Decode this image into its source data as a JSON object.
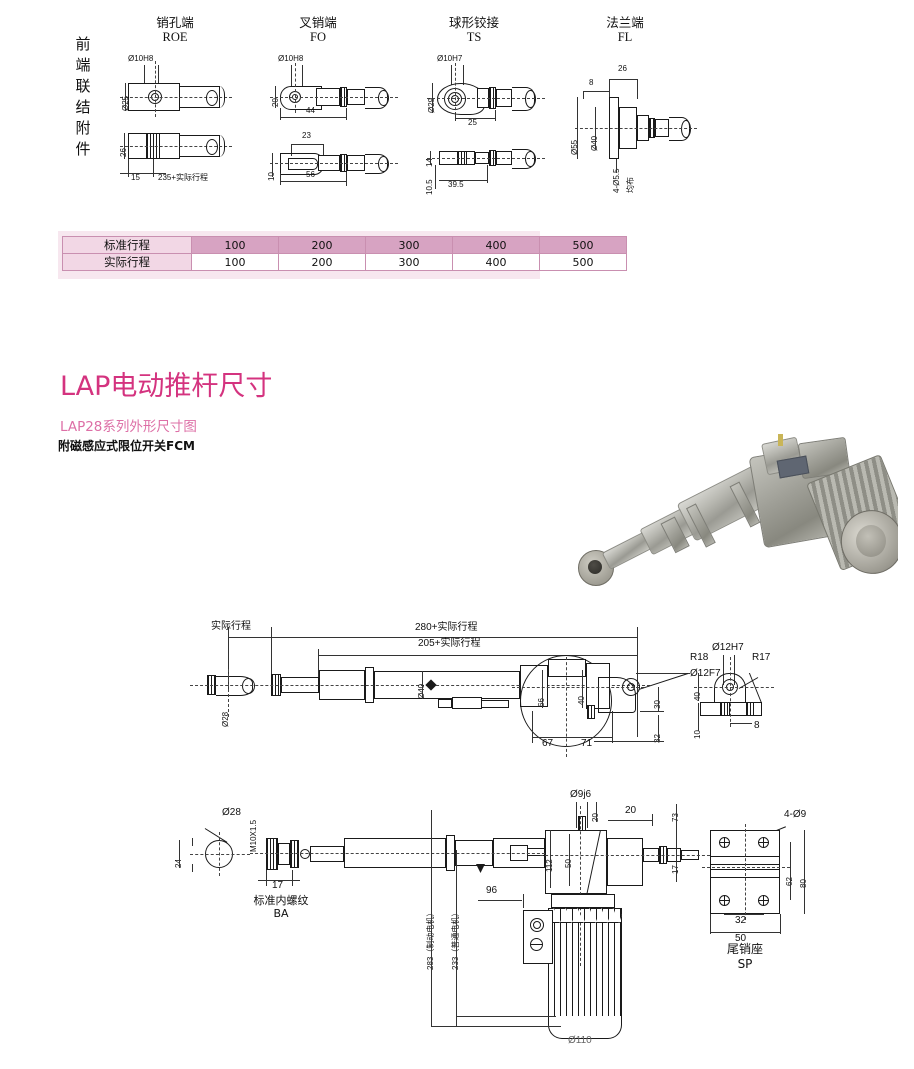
{
  "accessories_section": {
    "side_label": "前端联结附件",
    "side_label_chars": [
      "前",
      "端",
      "联",
      "结",
      "附",
      "件"
    ],
    "variants": [
      {
        "id": "roe",
        "title_cn": "销孔端",
        "title_en": "ROE",
        "dims": [
          "Ø10H8",
          "Ø25",
          "26",
          "15",
          "235+实际行程"
        ]
      },
      {
        "id": "fo",
        "title_cn": "叉销端",
        "title_en": "FO",
        "dims": [
          "Ø10H8",
          "20",
          "44",
          "23",
          "56",
          "10"
        ]
      },
      {
        "id": "ts",
        "title_cn": "球形铰接",
        "title_en": "TS",
        "dims": [
          "Ø10H7",
          "Ø29",
          "25",
          "14",
          "10.5",
          "39.5"
        ]
      },
      {
        "id": "fl",
        "title_cn": "法兰端",
        "title_en": "FL",
        "dims": [
          "26",
          "8",
          "Ø55",
          "Ø40",
          "4-Ø5.5",
          "均布"
        ]
      }
    ]
  },
  "stroke_table": {
    "rows": [
      {
        "label": "标准行程",
        "values": [
          "100",
          "200",
          "300",
          "400",
          "500"
        ]
      },
      {
        "label": "实际行程",
        "values": [
          "100",
          "200",
          "300",
          "400",
          "500"
        ]
      }
    ],
    "header_bg": "#d7a3c2",
    "label_bg": "#f2d7e5",
    "border_color": "#c98fb0",
    "frame_bg": "#f7e7ef"
  },
  "titles": {
    "main": "LAP电动推杆尺寸",
    "main_color": "#d4337f",
    "sub": "LAP28系列外形尺寸图",
    "sub_color": "#dd6fa6",
    "sub2": "附磁感应式限位开关FCM"
  },
  "photo": {
    "alt_name": "lap28-linear-actuator-photo"
  },
  "drawing_top": {
    "dims": [
      "实际行程",
      "280+实际行程",
      "205+实际行程",
      "Ø28",
      "Ø40",
      "66",
      "40",
      "67",
      "71",
      "30",
      "32",
      "R18",
      "Ø12F7"
    ],
    "detail_right": {
      "dims": [
        "Ø12H7",
        "R17",
        "40",
        "10",
        "8"
      ]
    }
  },
  "drawing_bottom": {
    "dims": [
      "Ø28",
      "24",
      "M10X1.5",
      "17",
      "Ø9j6",
      "20",
      "20",
      "73",
      "17",
      "112",
      "50",
      "96",
      "283（制动电机）",
      "233（普通电机）",
      "Ø110"
    ],
    "thread_caption_cn": "标准内螺纹",
    "thread_caption_en": "BA",
    "sp_caption_cn": "尾销座",
    "sp_caption_en": "SP",
    "sp_dims": [
      "4-Ø9",
      "62",
      "80",
      "32",
      "50"
    ]
  }
}
